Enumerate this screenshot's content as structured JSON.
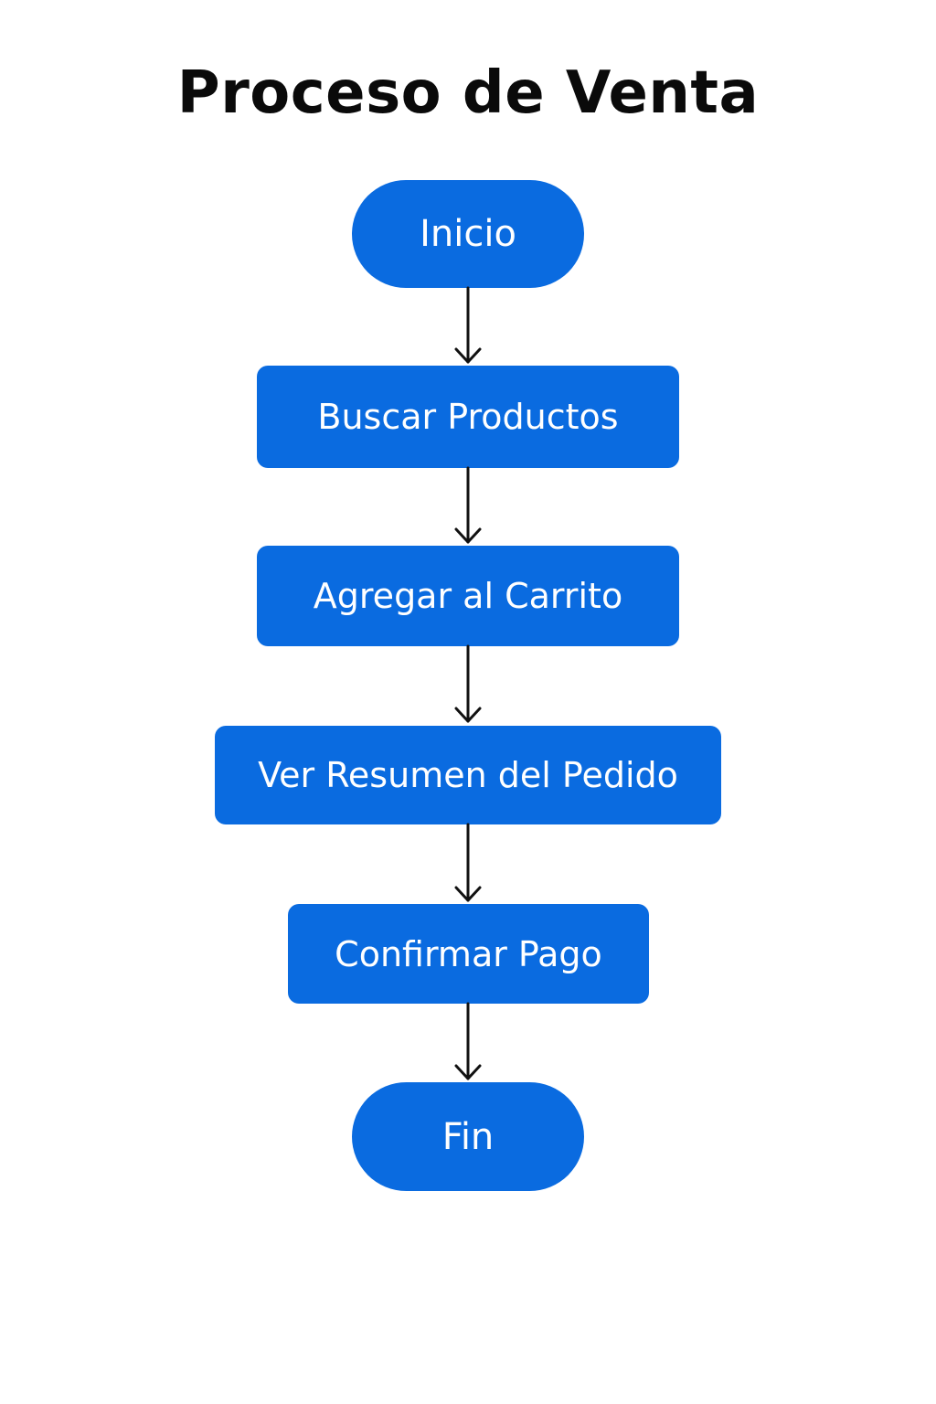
{
  "title": "Proceso de Venta",
  "colors": {
    "node_fill": "#0a6be0",
    "node_text": "#ffffff",
    "arrow": "#111111",
    "background": "#ffffff"
  },
  "nodes": [
    {
      "id": "inicio",
      "shape": "terminal",
      "label": "Inicio"
    },
    {
      "id": "buscar",
      "shape": "process",
      "label": "Buscar Productos"
    },
    {
      "id": "agregar",
      "shape": "process",
      "label": "Agregar al Carrito"
    },
    {
      "id": "resumen",
      "shape": "process",
      "label": "Ver Resumen del Pedido"
    },
    {
      "id": "pago",
      "shape": "process",
      "label": "Confirmar Pago"
    },
    {
      "id": "fin",
      "shape": "terminal",
      "label": "Fin"
    }
  ],
  "edges": [
    {
      "from": "inicio",
      "to": "buscar"
    },
    {
      "from": "buscar",
      "to": "agregar"
    },
    {
      "from": "agregar",
      "to": "resumen"
    },
    {
      "from": "resumen",
      "to": "pago"
    },
    {
      "from": "pago",
      "to": "fin"
    }
  ]
}
